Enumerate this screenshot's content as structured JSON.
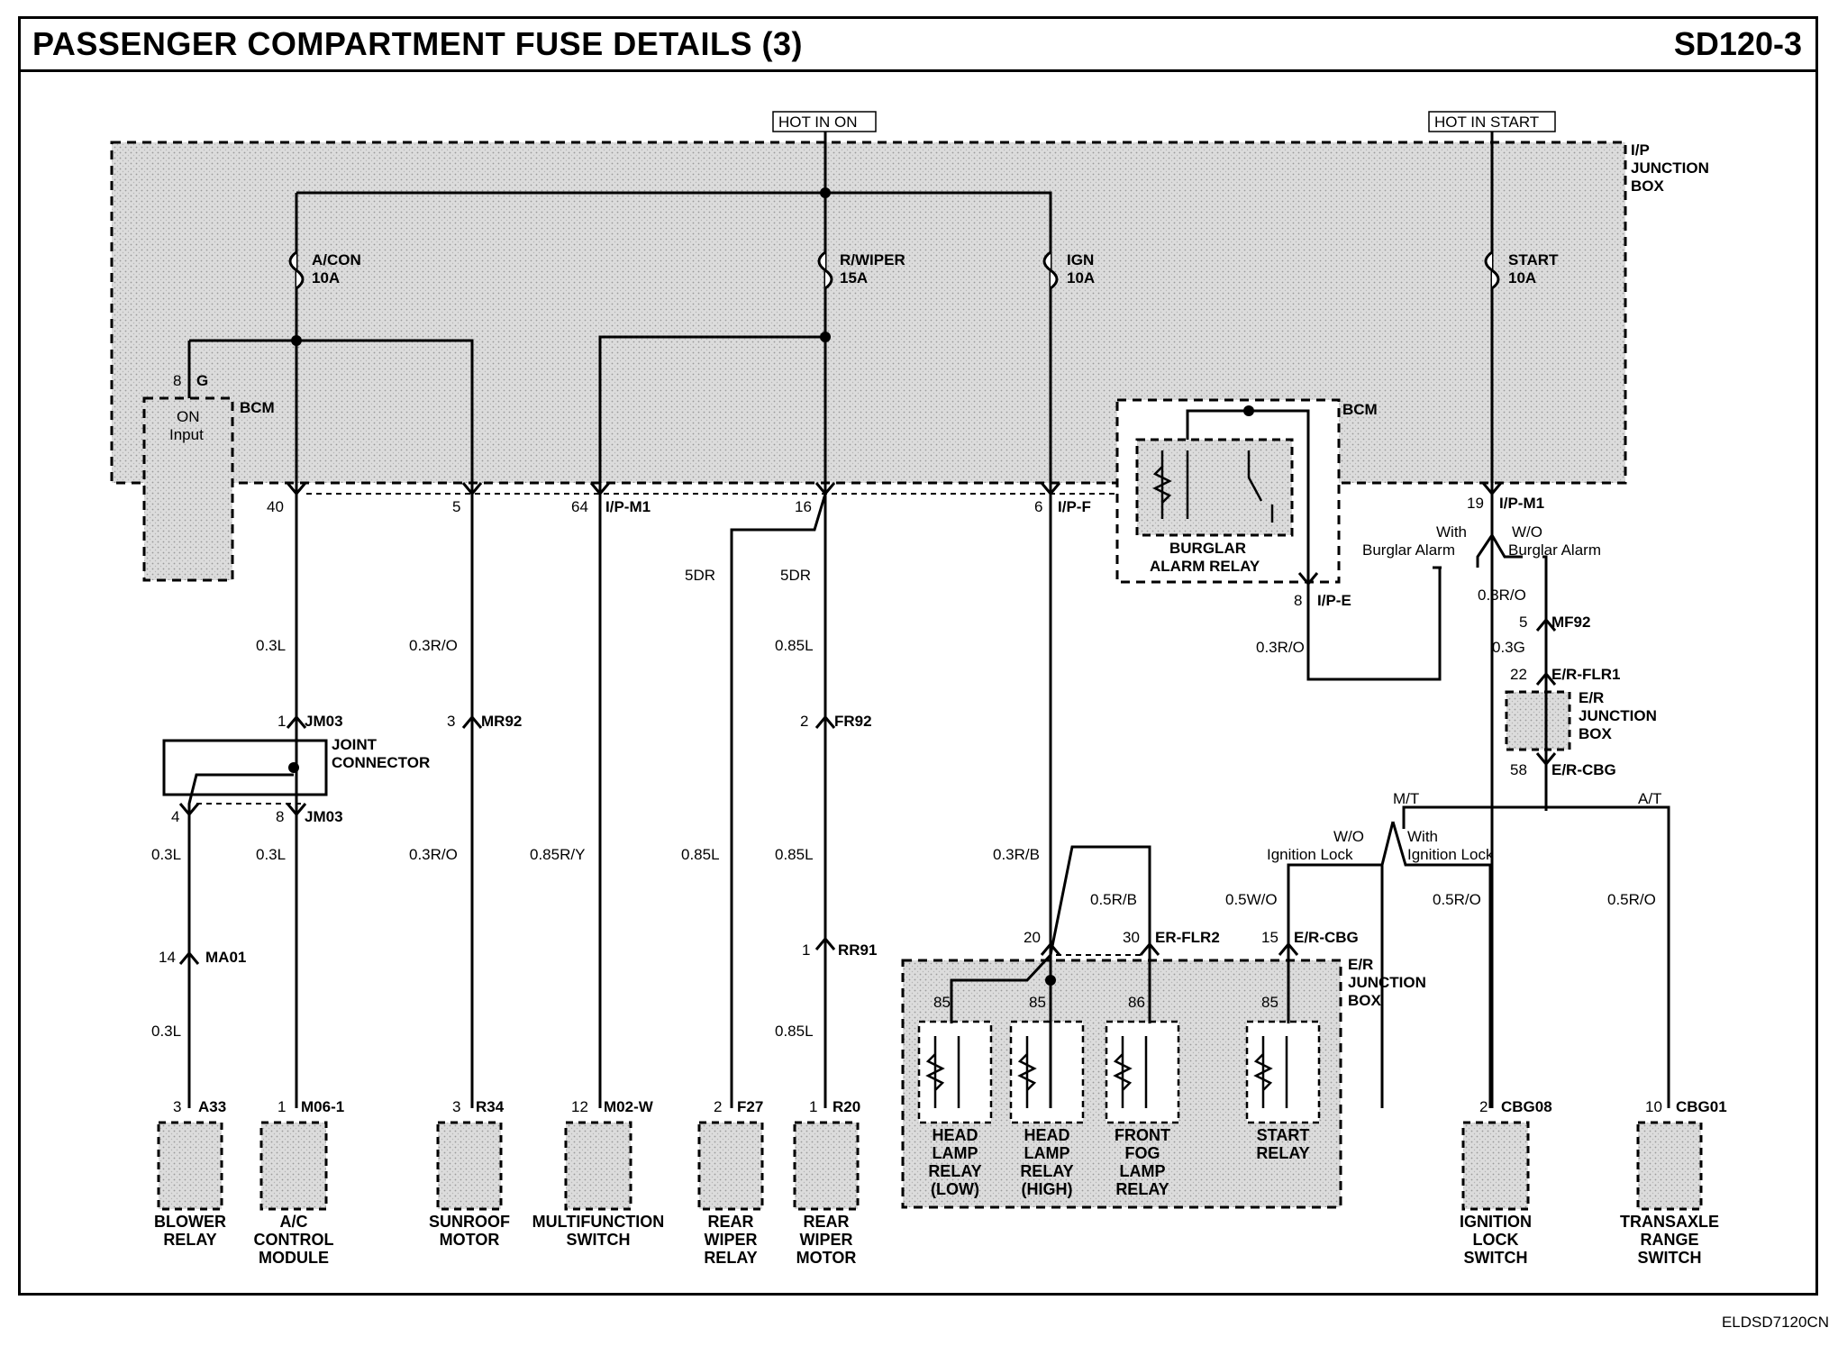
{
  "header": {
    "title": "PASSENGER COMPARTMENT FUSE DETAILS (3)",
    "code": "SD120-3"
  },
  "footer": {
    "ref": "ELDSD7120CN"
  },
  "sources": {
    "hot_on": "HOT IN ON",
    "hot_start": "HOT IN START"
  },
  "boxes": {
    "ip_jb": [
      "I/P",
      "JUNCTION",
      "BOX"
    ],
    "bcm": "BCM",
    "bcm_on_input": [
      "ON",
      "Input"
    ],
    "er_jb_small": [
      "E/R",
      "JUNCTION",
      "BOX"
    ],
    "er_jb_big": [
      "E/R",
      "JUNCTION",
      "BOX"
    ],
    "joint_connector": [
      "JOINT",
      "CONNECTOR"
    ],
    "burglar_relay": [
      "BURGLAR",
      "ALARM RELAY"
    ]
  },
  "fuses": {
    "acon": [
      "A/CON",
      "10A"
    ],
    "rwiper": [
      "R/WIPER",
      "15A"
    ],
    "ign": [
      "IGN",
      "10A"
    ],
    "start": [
      "START",
      "10A"
    ]
  },
  "pins": {
    "bcm_8": "8",
    "bcm_g": "G",
    "p40": "40",
    "p5": "5",
    "p64": "64",
    "ipm1": "I/P-M1",
    "p16": "16",
    "p6": "6",
    "ipf": "I/P-F",
    "p8": "8",
    "ipe": "I/P-E",
    "p19": "19",
    "ipm1b": "I/P-M1",
    "jm03_1": "1",
    "jm03a": "JM03",
    "mr92_3": "3",
    "mr92": "MR92",
    "fr92_2": "2",
    "fr92": "FR92",
    "jc_4": "4",
    "jc_8": "8",
    "jm03b": "JM03",
    "ma01_14": "14",
    "ma01": "MA01",
    "rr91_1": "1",
    "rr91": "RR91",
    "mf92_5": "5",
    "mf92": "MF92",
    "flr1_22": "22",
    "flr1": "E/R-FLR1",
    "cbg_58": "58",
    "cbg": "E/R-CBG",
    "flr2_20": "20",
    "flr2_30": "30",
    "flr2": "ER-FLR2",
    "cbg2_15": "15",
    "cbg2": "E/R-CBG",
    "r85a": "85",
    "r85b": "85",
    "r86": "86",
    "r85c": "85"
  },
  "wires": {
    "w03l_a": "0.3L",
    "w03ro_a": "0.3R/O",
    "w5dr_a": "5DR",
    "w5dr_b": "5DR",
    "w085l_a": "0.85L",
    "w03l_b": "0.3L",
    "w03l_c": "0.3L",
    "w03ro_b": "0.3R/O",
    "w085ry": "0.85R/Y",
    "w085l_b": "0.85L",
    "w085l_c": "0.85L",
    "w03l_d": "0.3L",
    "w085l_d": "0.85L",
    "w03rb": "0.3R/B",
    "w05rb": "0.5R/B",
    "w03ro_c": "0.3R/O",
    "w03ro_d": "0.3R/O",
    "w03g": "0.3G",
    "w05wo": "0.5W/O",
    "w05ro_a": "0.5R/O",
    "w05ro_b": "0.5R/O"
  },
  "branches": {
    "with_ba": [
      "With",
      "Burglar Alarm"
    ],
    "wo_ba": [
      "W/O",
      "Burglar Alarm"
    ],
    "mt": "M/T",
    "at": "A/T",
    "wo_il": [
      "W/O",
      "Ignition Lock"
    ],
    "with_il": [
      "With",
      "Ignition Lock"
    ]
  },
  "connectors": {
    "a33": [
      "3",
      "A33"
    ],
    "m06": [
      "1",
      "M06-1"
    ],
    "r34": [
      "3",
      "R34"
    ],
    "m02": [
      "12",
      "M02-W"
    ],
    "f27": [
      "2",
      "F27"
    ],
    "r20": [
      "1",
      "R20"
    ],
    "cbg08": [
      "2",
      "CBG08"
    ],
    "cbg01": [
      "10",
      "CBG01"
    ]
  },
  "components": {
    "blower": [
      "BLOWER",
      "RELAY"
    ],
    "ac": [
      "A/C",
      "CONTROL",
      "MODULE"
    ],
    "sunroof": [
      "SUNROOF",
      "MOTOR"
    ],
    "multi": [
      "MULTIFUNCTION",
      "SWITCH"
    ],
    "rwr": [
      "REAR",
      "WIPER",
      "RELAY"
    ],
    "rwm": [
      "REAR",
      "WIPER",
      "MOTOR"
    ],
    "ign_lock": [
      "IGNITION",
      "LOCK",
      "SWITCH"
    ],
    "tr": [
      "TRANSAXLE",
      "RANGE",
      "SWITCH"
    ],
    "hl_low": [
      "HEAD",
      "LAMP",
      "RELAY",
      "(LOW)"
    ],
    "hl_high": [
      "HEAD",
      "LAMP",
      "RELAY",
      "(HIGH)"
    ],
    "ffog": [
      "FRONT",
      "FOG",
      "LAMP",
      "RELAY"
    ],
    "start_relay": [
      "START",
      "RELAY"
    ]
  }
}
